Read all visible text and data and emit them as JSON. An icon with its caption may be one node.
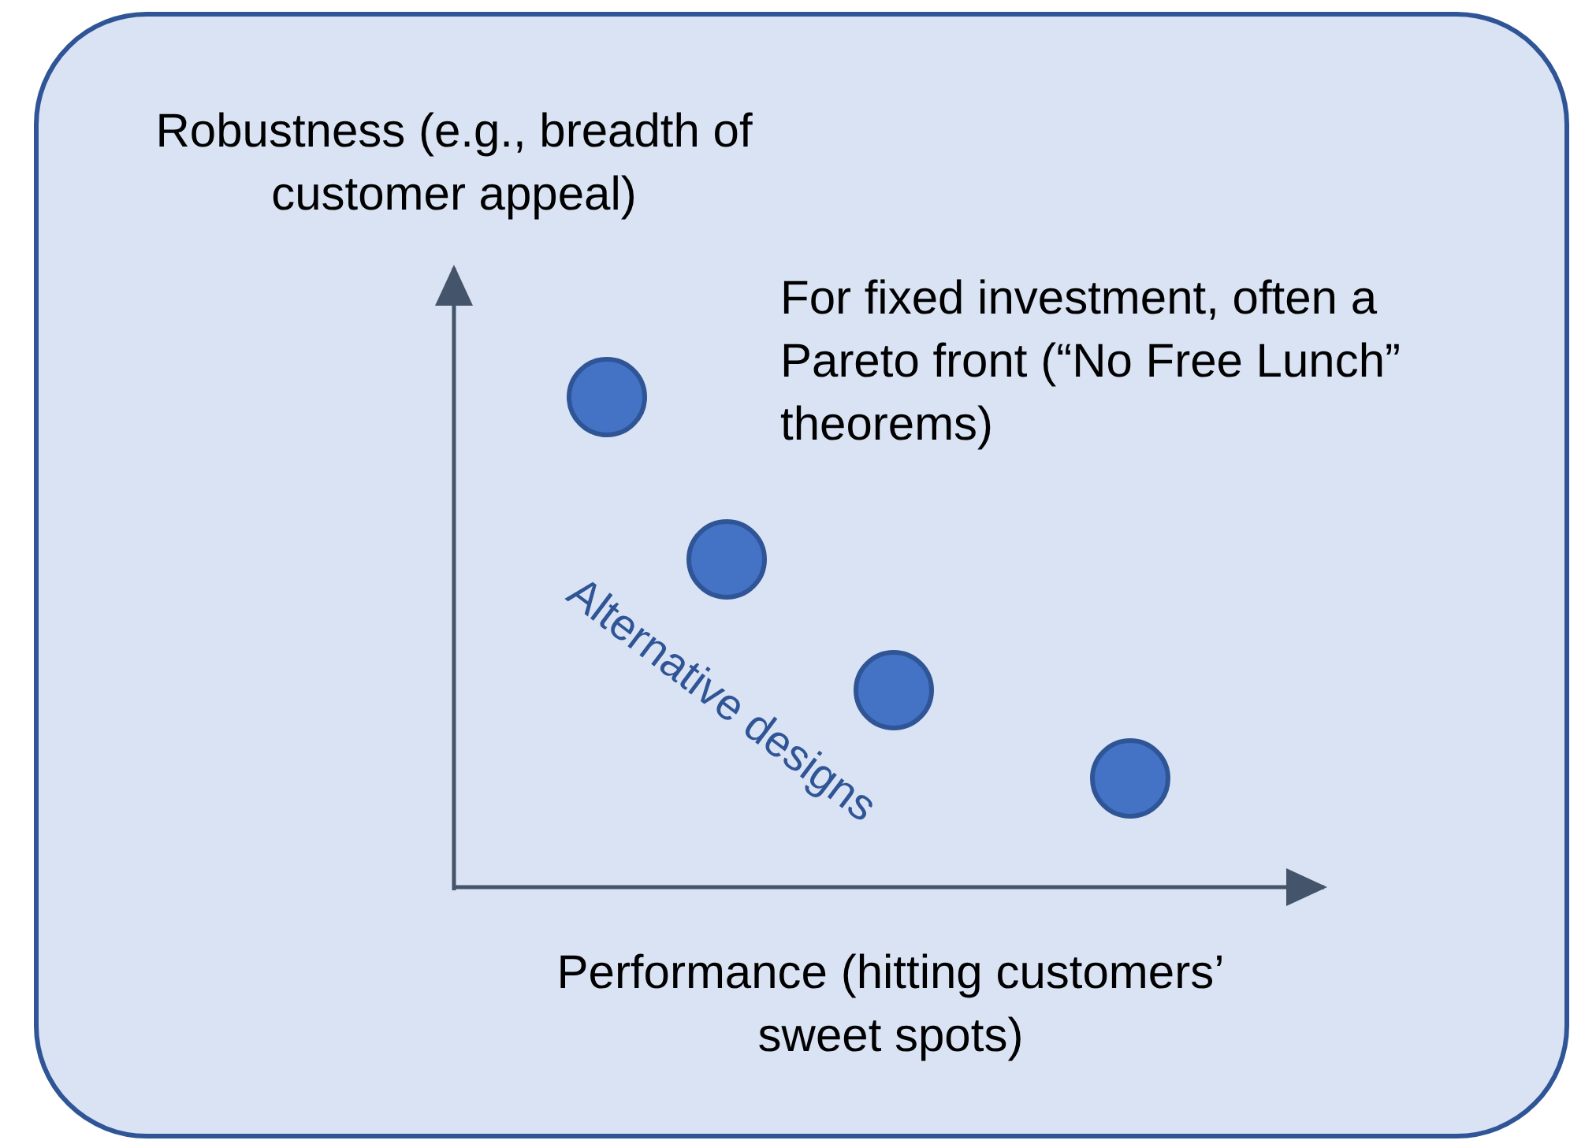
{
  "diagram": {
    "labels": [
      "Robustness (e.g., breadth of customer appeal)",
      "For fixed investment, often a Pareto front (“No Free Lunch” theorems)",
      "Alternative designs",
      "Performance (hitting customers’ sweet spots)"
    ]
  }
}
